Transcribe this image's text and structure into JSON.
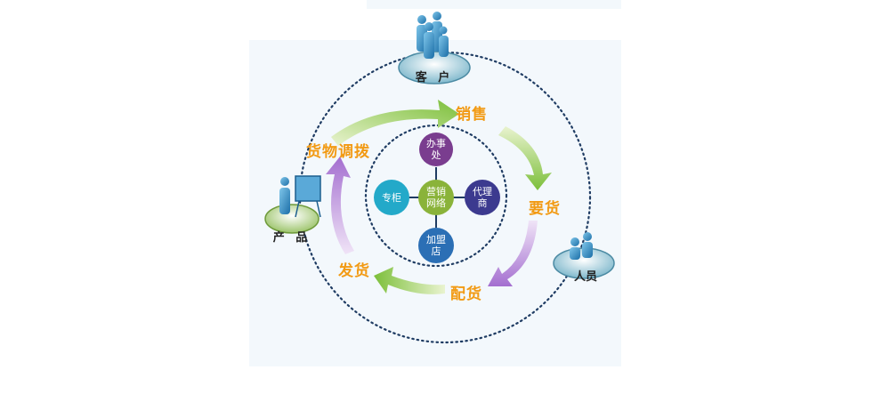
{
  "diagram": {
    "outer_nodes": {
      "customer": "客 户",
      "product": "产 品",
      "staff": "人员"
    },
    "cycle_labels": {
      "sales": "销售",
      "demand": "要货",
      "allocate": "配货",
      "ship": "发货",
      "transfer": "货物调拨"
    },
    "center": {
      "hub": "营销网络",
      "top": "办事处",
      "left": "专柜",
      "right": "代理商",
      "bottom": "加盟店"
    },
    "colors": {
      "label": "#f29a13",
      "ring": "#1f3c63",
      "hub": "#8ab33a",
      "top": "#7a3d8f",
      "left": "#23a9c9",
      "right": "#3c3a8f",
      "bottom": "#2b6fb5"
    }
  }
}
